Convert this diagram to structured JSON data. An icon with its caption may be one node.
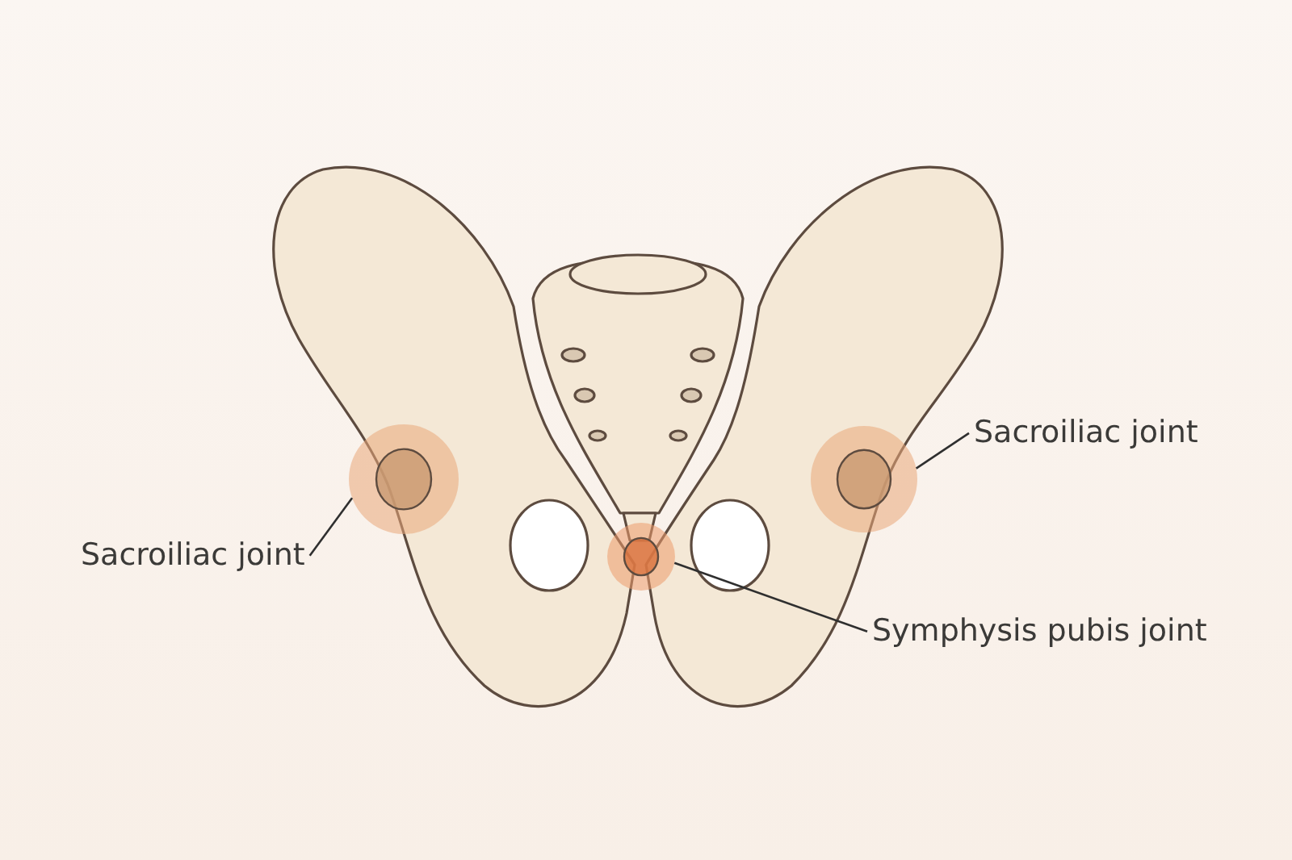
{
  "diagram": {
    "nodes": [
      {
        "text": [
          "Sacroiliac joint"
        ]
      },
      {
        "text": [
          "Sacroiliac joint"
        ]
      },
      {
        "text": [
          "Symphysis pubis joint"
        ]
      },
      {
        "text": [],
        "shape": "circle"
      },
      {
        "text": [],
        "shape": "circle"
      },
      {
        "text": [],
        "shape": "circle"
      }
    ],
    "edges": [
      {
        "from": 0,
        "to": 5,
        "arrow": "none"
      },
      {
        "from": 1,
        "to": 3,
        "arrow": "none"
      },
      {
        "from": 2,
        "to": 4,
        "arrow": "none"
      }
    ]
  }
}
